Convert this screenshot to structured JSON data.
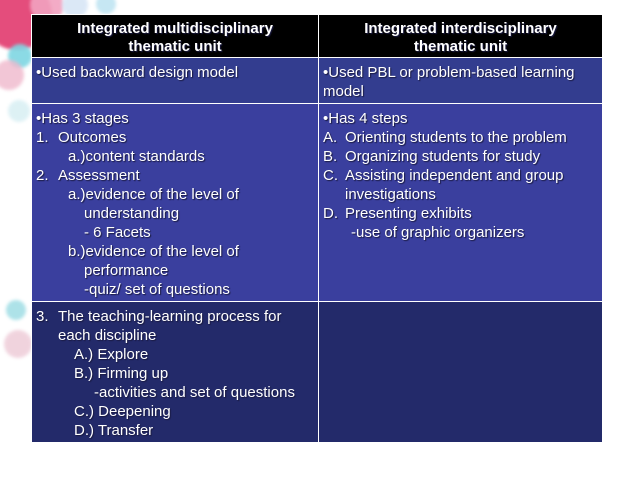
{
  "header": {
    "left_line1": "Integrated multidisciplinary",
    "left_line2": "thematic unit",
    "right_line1": "Integrated interdisciplinary",
    "right_line2": "thematic unit"
  },
  "row1": {
    "left": "•Used backward design model",
    "right_line1": "•Used PBL or problem-based learning",
    "right_line2": "model"
  },
  "row2": {
    "left": {
      "intro": "•Has 3 stages",
      "s1_num": "1.",
      "s1": "Outcomes",
      "s1a": "a.)content standards",
      "s2_num": "2.",
      "s2": "Assessment",
      "s2a_1": "a.)evidence of the level of",
      "s2a_2": "understanding",
      "s2a_3": "- 6 Facets",
      "s2b_1": "b.)evidence of the level of",
      "s2b_2": "performance",
      "s2b_3": "-quiz/ set of questions"
    },
    "right": {
      "intro": "•Has 4 steps",
      "a_num": "A.",
      "a": "Orienting students to the problem",
      "b_num": "B.",
      "b": "Organizing students for study",
      "c_num": "C.",
      "c_1": "Assisting independent and group",
      "c_2": "investigations",
      "d_num": "D.",
      "d": "Presenting exhibits",
      "d_sub": "-use of graphic organizers"
    }
  },
  "row3": {
    "left": {
      "s3_num": "3.",
      "s3_1": "The teaching-learning process for",
      "s3_2": "each discipline",
      "a": "A.) Explore",
      "b": "B.) Firming up",
      "b_sub": "-activities and set of questions",
      "c": "C.) Deepening",
      "d": "D.) Transfer"
    },
    "right": ""
  },
  "colors": {
    "header_bg": "#000000",
    "row1_bg": "#333d8f",
    "row2_bg": "#3a3f9e",
    "row3_bg": "#232a6a",
    "text": "#ffffff"
  }
}
